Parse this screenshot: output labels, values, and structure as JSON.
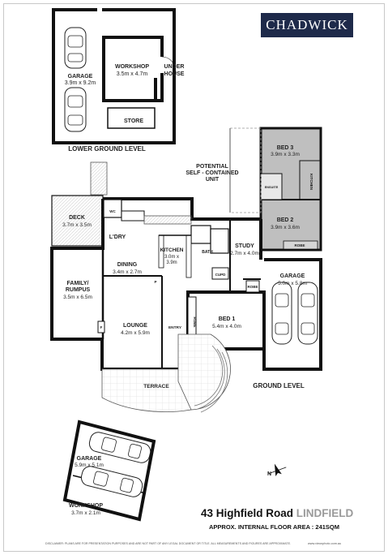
{
  "brand": {
    "name": "CHADWICK"
  },
  "address": {
    "street": "43 Highfield Road",
    "suburb": "LINDFIELD"
  },
  "floor_area": "APPROX. INTERNAL FLOOR AREA : 241SQM",
  "disclaimer": "DISCLAIMER: PLANS ARE FOR PRESENTATION PURPOSES AND ARE NOT PART OF ANY LEGAL DOCUMENT OR TITLE. ALL MEASUREMENTS AND FIGURES ARE APPROXIMATE.",
  "website": "www.vieonphoto.com.au",
  "levels": {
    "lower": "LOWER GROUND LEVEL",
    "ground": "GROUND LEVEL"
  },
  "compass": {
    "north": "N"
  },
  "notes": {
    "potential_1": "POTENTIAL",
    "potential_2": "SELF - CONTAINED",
    "potential_3": "UNIT"
  },
  "rooms": {
    "garage_lower": {
      "name": "GARAGE",
      "dims": "3.9m x 9.2m"
    },
    "workshop_lower": {
      "name": "WORKSHOP",
      "dims": "3.5m x 4.7m"
    },
    "under_house_1": "UNDER",
    "under_house_2": "HOUSE",
    "store": "STORE",
    "bed3": {
      "name": "BED 3",
      "dims": "3.9m x 3.3m"
    },
    "bed2": {
      "name": "BED 2",
      "dims": "3.9m x 3.6m"
    },
    "robe_bed2": "ROBE",
    "kitchenette": "KITCHEN",
    "ensuite": "ENSUITE",
    "deck": {
      "name": "DECK",
      "dims": "3.7m x 3.5m"
    },
    "ldry": "L'DRY",
    "wc": "WC",
    "kitchen": {
      "name": "KITCHEN",
      "dims_1": "3.0m x",
      "dims_2": "3.9m"
    },
    "bath": "BATH",
    "cupd": "CUPD",
    "study": {
      "name": "STUDY",
      "dims": "2.7m x 4.0m"
    },
    "garage_ground": {
      "name": "GARAGE",
      "dims": "5.0m x 5.8m"
    },
    "family": {
      "name_1": "FAMILY/",
      "name_2": "RUMPUS",
      "dims": "3.5m x 6.5m"
    },
    "dining": {
      "name": "DINING",
      "dims": "3.4m x 2.7m"
    },
    "robe_study": "ROBE",
    "bed1": {
      "name": "BED 1",
      "dims": "5.4m x 4.0m"
    },
    "robe_bed1": "ROBE",
    "lounge": {
      "name": "LOUNGE",
      "dims": "4.2m x 5.9m"
    },
    "entry": "ENTRY",
    "terrace": "TERRACE",
    "fireplace": "F",
    "pantry": "P",
    "garage_detached": {
      "name": "GARAGE",
      "dims": "5.9m x 5.1m"
    },
    "workshop_detached": {
      "name": "WORKSHOP",
      "dims": "3.7m x 2.1m"
    }
  }
}
